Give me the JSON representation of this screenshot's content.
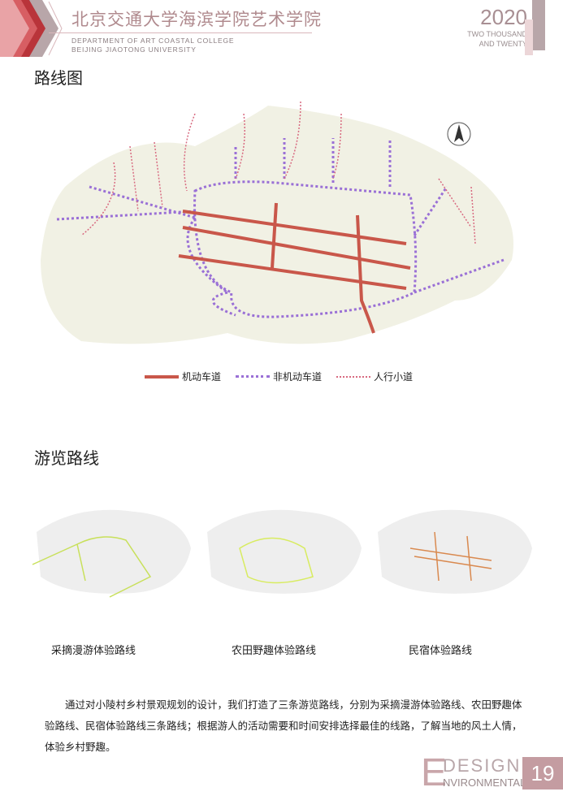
{
  "header": {
    "school_cn": "北京交通大学海滨学院艺术学院",
    "dept_line1": "DEPARTMENT OF ART COASTAL COLLEGE",
    "dept_line2": "BEIJING JIAOTONG UNIVERSITY",
    "year": "2020",
    "year_line1": "TWO THOUSAND",
    "year_line2": "AND TWENTY"
  },
  "section1": {
    "title": "路线图",
    "legend": [
      {
        "label": "机动车道",
        "color": "#c9574a"
      },
      {
        "label": "非机动车道",
        "color": "#9a70d6"
      },
      {
        "label": "人行小道",
        "color": "#d86a80"
      }
    ]
  },
  "section2": {
    "title": "游览路线",
    "routes": [
      {
        "caption": "采摘漫游体验路线",
        "color": "#c8e05a"
      },
      {
        "caption": "农田野趣体验路线",
        "color": "#d8ec60"
      },
      {
        "caption": "民宿体验路线",
        "color": "#d9894f"
      }
    ]
  },
  "description": "通过对小陵村乡村景观规划的设计，我们打造了三条游览路线，分别为采摘漫游体验路线、农田野趣体验路线、民宿体验路线三条路线；根据游人的活动需要和时间安排选择最佳的线路，了解当地的风土人情，体验乡村野趣。",
  "footer": {
    "letter": "E",
    "design": "DESIGN",
    "environmental": "NVIRONMENTAL",
    "page": "19"
  }
}
